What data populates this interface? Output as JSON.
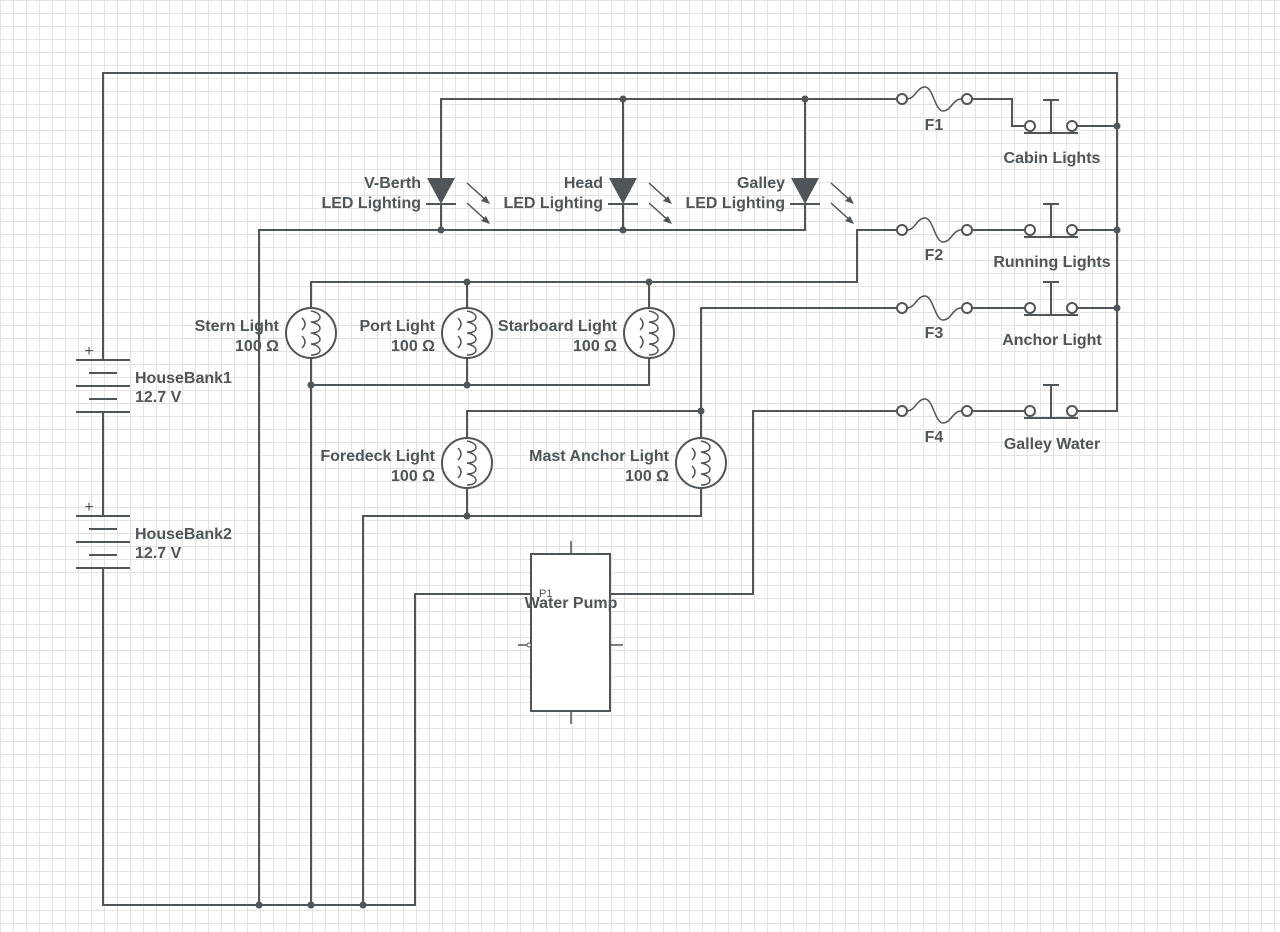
{
  "batteries": [
    {
      "name": "HouseBank1",
      "value": "12.7 V",
      "plus": "+"
    },
    {
      "name": "HouseBank2",
      "value": "12.7 V",
      "plus": "+"
    }
  ],
  "leds": [
    {
      "line1": "V-Berth",
      "line2": "LED Lighting"
    },
    {
      "line1": "Head",
      "line2": "LED Lighting"
    },
    {
      "line1": "Galley",
      "line2": "LED Lighting"
    }
  ],
  "lamps": [
    {
      "name": "Stern Light",
      "value": "100 Ω"
    },
    {
      "name": "Port Light",
      "value": "100 Ω"
    },
    {
      "name": "Starboard Light",
      "value": "100 Ω"
    },
    {
      "name": "Foredeck Light",
      "value": "100 Ω"
    },
    {
      "name": "Mast Anchor Light",
      "value": "100 Ω"
    }
  ],
  "fuses": [
    "F1",
    "F2",
    "F3",
    "F4"
  ],
  "switches": [
    "Cabin Lights",
    "Running Lights",
    "Anchor Light",
    "Galley Water"
  ],
  "pump": {
    "ref": "P1",
    "name": "Water Pump"
  }
}
